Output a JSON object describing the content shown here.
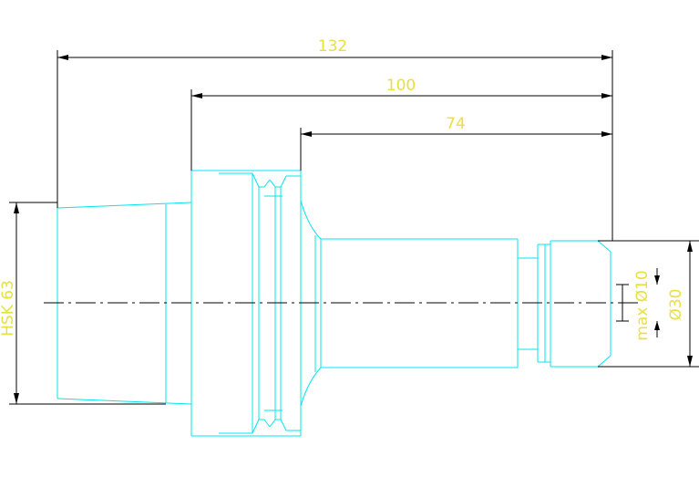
{
  "dimensions": {
    "overall_length": "132",
    "mid_length": "100",
    "short_length": "74",
    "hsk_label": "HSK 63",
    "max_bore_label": "max Ø10",
    "shank_diameter_label": "Ø30"
  },
  "colors": {
    "part_outline": "#00e5f0",
    "dimension_line": "#000000",
    "dimension_text": "#e8e040",
    "background": "#ffffff"
  }
}
